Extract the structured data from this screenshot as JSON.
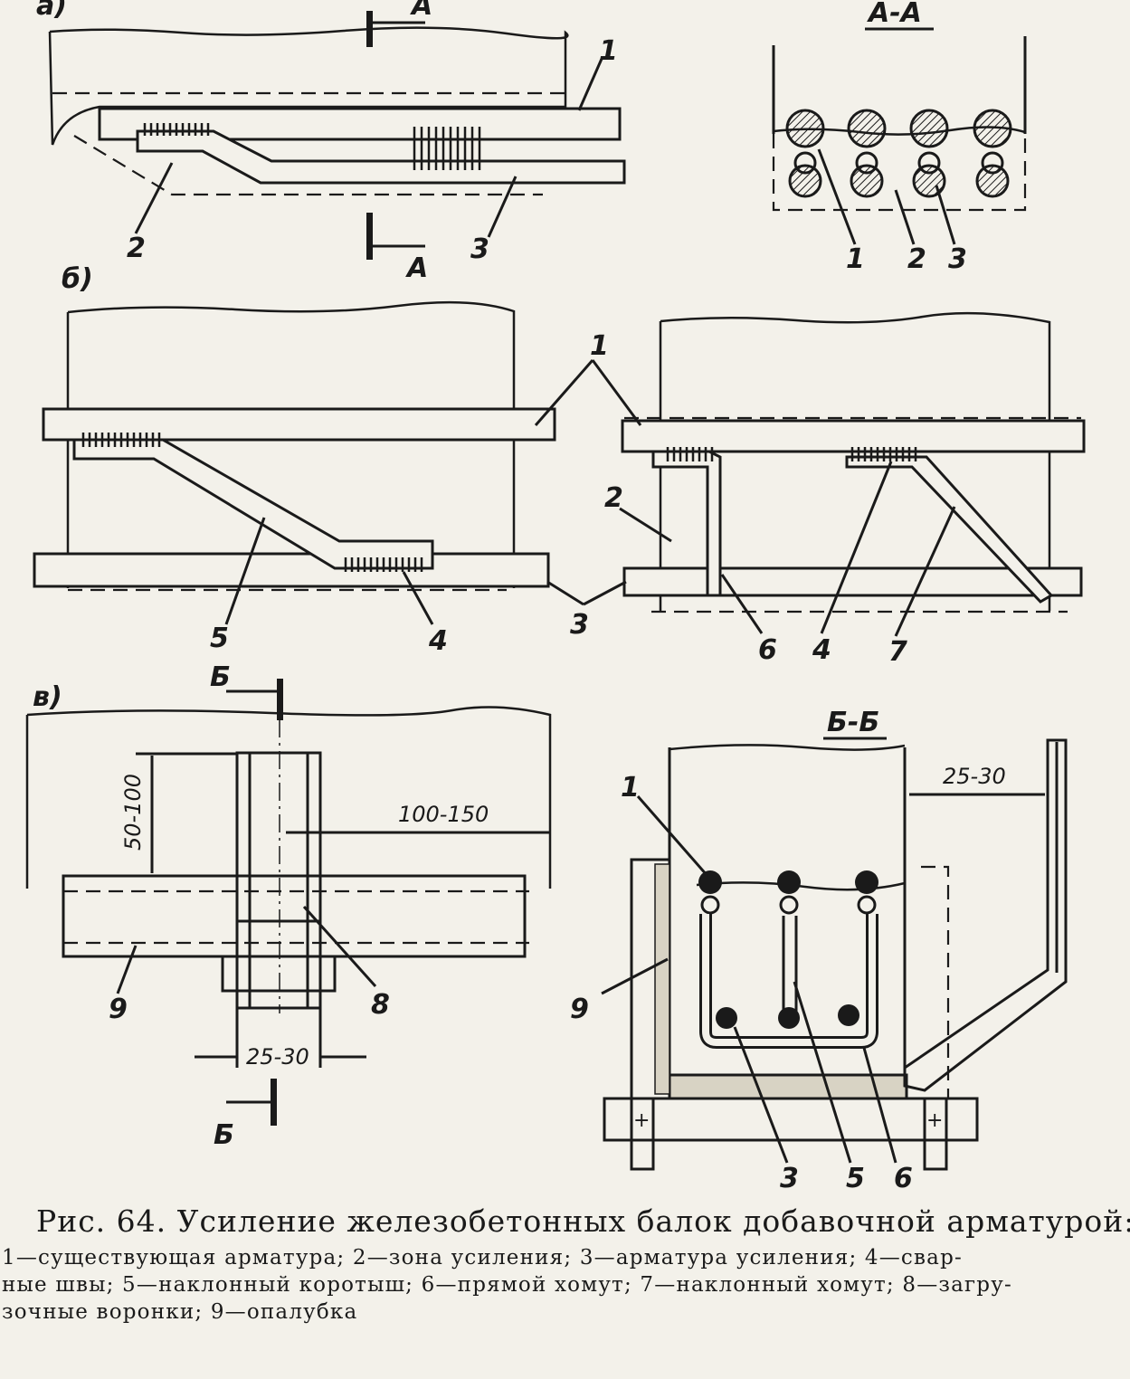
{
  "figure": {
    "panels": {
      "a": {
        "label": "а)",
        "section_mark": "А",
        "section_title": "А-А"
      },
      "b": {
        "label": "б)"
      },
      "v": {
        "label": "в)",
        "section_mark": "Б",
        "section_title": "Б-Б"
      }
    },
    "numbers": {
      "n1": "1",
      "n2": "2",
      "n3": "3",
      "n4": "4",
      "n5": "5",
      "n6": "6",
      "n7": "7",
      "n8": "8",
      "n9": "9"
    },
    "dimensions": {
      "height_range": "50-100",
      "length_range": "100-150",
      "width_range": "25-30"
    }
  },
  "caption": {
    "title": "Рис. 64. Усиление железобетонных балок добавочной арматурой:",
    "legend": "1—существующая арматура; 2—зона усиления; 3—арматура усиления; 4—свар-\nные швы; 5—наклонный коротыш; 6—прямой хомут; 7—наклонный хомут; 8—загру-\nзочные воронки; 9—опалубка"
  }
}
